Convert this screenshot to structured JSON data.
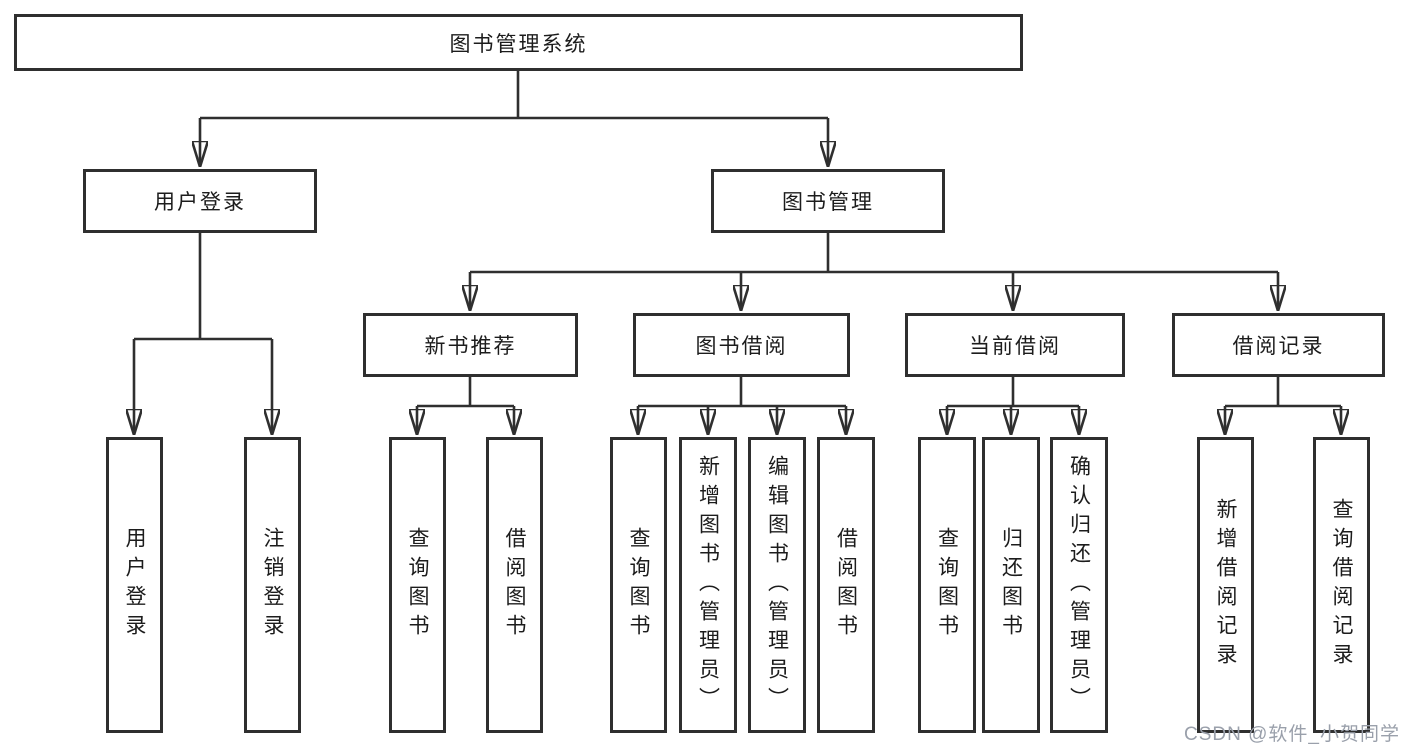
{
  "diagram": {
    "title": "图书管理系统",
    "branches": [
      {
        "label": "用户登录",
        "children": [
          {
            "label": "用户登录"
          },
          {
            "label": "注销登录"
          }
        ]
      },
      {
        "label": "图书管理",
        "children": [
          {
            "label": "新书推荐",
            "children": [
              {
                "label": "查询图书"
              },
              {
                "label": "借阅图书"
              }
            ]
          },
          {
            "label": "图书借阅",
            "children": [
              {
                "label": "查询图书"
              },
              {
                "label": "新增图书（管理员）"
              },
              {
                "label": "编辑图书（管理员）"
              },
              {
                "label": "借阅图书"
              }
            ]
          },
          {
            "label": "当前借阅",
            "children": [
              {
                "label": "查询图书"
              },
              {
                "label": "归还图书"
              },
              {
                "label": "确认归还（管理员）"
              }
            ]
          },
          {
            "label": "借阅记录",
            "children": [
              {
                "label": "新增借阅记录"
              },
              {
                "label": "查询借阅记录"
              }
            ]
          }
        ]
      }
    ]
  },
  "watermark": {
    "text": "CSDN @软件_小贺同学"
  },
  "colors": {
    "line": "#2f2f2f",
    "text": "#1c1c1c",
    "watermark": "#9aa0ab",
    "background": "#ffffff"
  }
}
